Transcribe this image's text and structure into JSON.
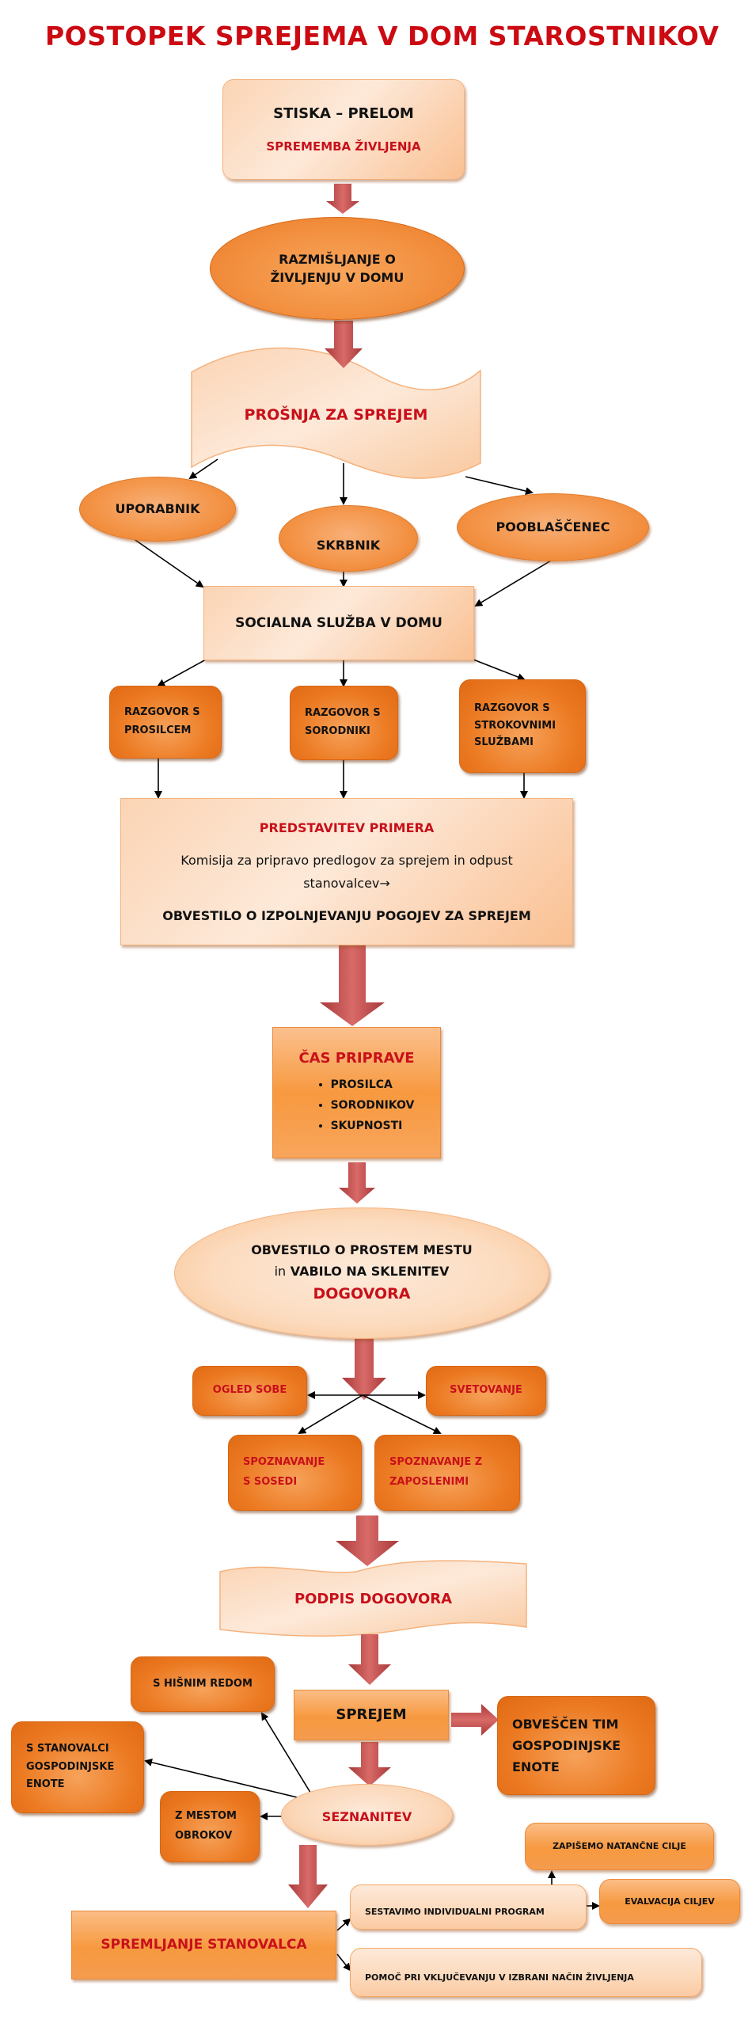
{
  "title": "POSTOPEK SPREJEMA V DOM STAROSTNIKOV",
  "colors": {
    "title_red": "#cc0a12",
    "accent_red": "#c8101a",
    "dark_orange": "#ec7a22",
    "light_peach": "#fde9d9",
    "arrow_red": "#c0504d"
  },
  "nodes": {
    "stiska": {
      "line1": "STISKA – PRELOM",
      "line2": "SPREMEMBA ŽIVLJENJA"
    },
    "razmisljanje": {
      "line1": "RAZMIŠLJANJE O",
      "line2": "ŽIVLJENJU V DOMU"
    },
    "prosnja": {
      "label": "PROŠNJA ZA SPREJEM"
    },
    "uporabnik": {
      "label": "UPORABNIK"
    },
    "skrbnik": {
      "label": "SKRBNIK"
    },
    "pooblascenec": {
      "label": "POOBLAŠČENEC"
    },
    "socialna": {
      "label": "SOCIALNA SLUŽBA V DOMU"
    },
    "razgovor1": {
      "line1": "RAZGOVOR S",
      "line2": "PROSILCEM"
    },
    "razgovor2": {
      "line1": "RAZGOVOR S",
      "line2": "SORODNIKI"
    },
    "razgovor3": {
      "line1": "RAZGOVOR S",
      "line2": "STROKOVNIMI",
      "line3": "SLUŽBAMI"
    },
    "predstavitev": {
      "heading": "PREDSTAVITEV PRIMERA",
      "body1": "Komisija za pripravo predlogov za sprejem in odpust",
      "body2": "stanovalcev→",
      "footer": "OBVESTILO O IZPOLNJEVANJU POGOJEV ZA SPREJEM"
    },
    "cas_priprave": {
      "heading": "ČAS PRIPRAVE",
      "items": [
        "PROSILCA",
        "SORODNIKOV",
        "SKUPNOSTI"
      ]
    },
    "obvestilo": {
      "line1": "OBVESTILO O PROSTEM MESTU",
      "line2_prefix": "in",
      "line2": "VABILO NA SKLENITEV",
      "line3": "DOGOVORA"
    },
    "ogled_sobe": {
      "label": "OGLED SOBE"
    },
    "svetovanje": {
      "label": "SVETOVANJE"
    },
    "spoznavanje_sosedi": {
      "line1": "SPOZNAVANJE",
      "line2": "S SOSEDI"
    },
    "spoznavanje_zaposleni": {
      "line1": "SPOZNAVANJE Z",
      "line2": "ZAPOSLENIMI"
    },
    "podpis": {
      "label": "PODPIS DOGOVORA"
    },
    "hisni_red": {
      "label": "S HIŠNIM REDOM"
    },
    "sprejem": {
      "label": "SPREJEM"
    },
    "obvescen": {
      "line1": "OBVEŠČEN TIM",
      "line2": "GOSPODINJSKE",
      "line3": "ENOTE"
    },
    "stanovalci": {
      "line1": "S STANOVALCI",
      "line2": "GOSPODINJSKE",
      "line3": "ENOTE"
    },
    "mesto_obrokov": {
      "line1": "Z MESTOM",
      "line2": "OBROKOV"
    },
    "seznanitev": {
      "label": "SEZNANITEV"
    },
    "zapisemo": {
      "label": "ZAPIŠEMO NATANČNE CILJE"
    },
    "sestavimo": {
      "label": "SESTAVIMO INDIVIDUALNI PROGRAM"
    },
    "evalvacija": {
      "label": "EVALVACIJA CILJEV"
    },
    "spremljanje": {
      "label": "SPREMLJANJE STANOVALCA"
    },
    "pomoc": {
      "label": "POMOČ PRI VKLJUČEVANJU V IZBRANI NAČIN ŽIVLJENJA"
    }
  }
}
